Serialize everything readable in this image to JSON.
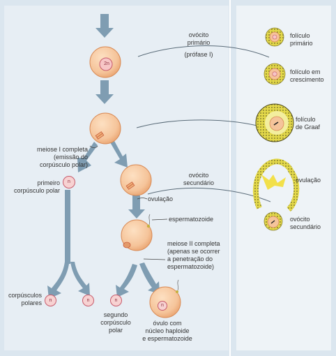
{
  "nucleus_labels": {
    "diploid": "2n",
    "haploid": "n"
  },
  "left": {
    "ovocito_primario": "ovócito\nprimário",
    "profase": "(prófase I)",
    "meiose1": "meiose I completa\n(emissão do\ncorpúsculo polar)",
    "primeiro_cp": "primeiro\ncorpúsculo polar",
    "ovocito_secundario": "ovócito\nsecundário",
    "ovulacao": "ovulação",
    "espermatozoide": "espermatozoide",
    "meiose2": "meiose II completa\n(apenas se ocorrer\na penetração do\nespermatozoide)",
    "corpusculos_polares": "corpúsculos\npolares",
    "segundo_cp": "segundo\ncorpúsculo\npolar",
    "ovulo": "óvulo com\nnúcleo haploide\ne espermatozoide"
  },
  "right": {
    "foliculo_primario": "folículo\nprimário",
    "foliculo_crescimento": "folículo em\ncrescimento",
    "foliculo_graaf": "folículo\nde Graaf",
    "ovulacao": "ovulação",
    "ovocito_secundario": "ovócito\nsecundário"
  },
  "colors": {
    "arrow": "#7f9db2",
    "cell_fill": "#f5c49a",
    "cell_edge": "#d98a55",
    "nucleus_fill": "#f7c6c6",
    "nucleus_edge": "#c75a6b",
    "follicle_yellow": "#e3d84a",
    "follicle_dot": "#6f6a28"
  }
}
